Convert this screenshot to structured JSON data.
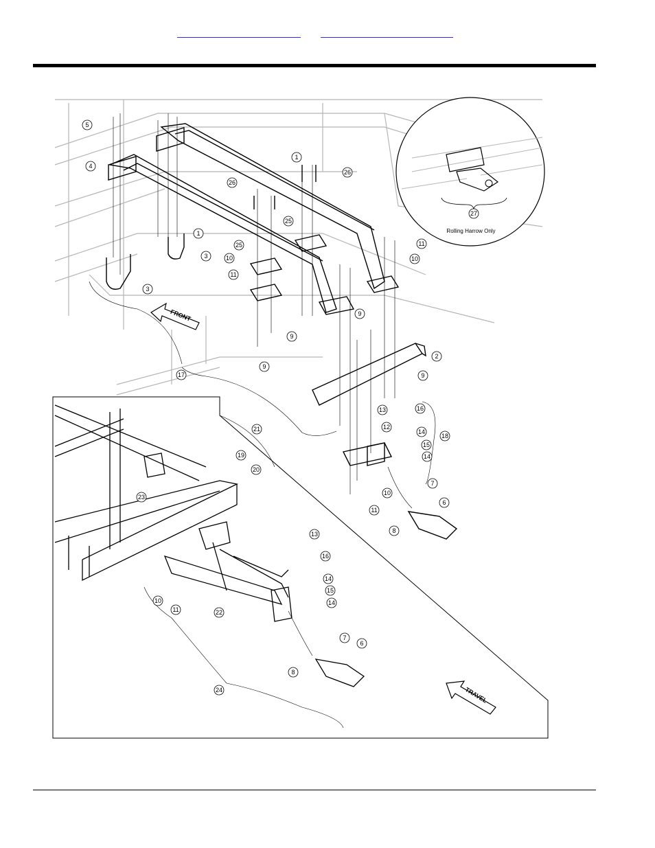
{
  "header": {
    "link_1": "",
    "link_2": ""
  },
  "drawing": {
    "inset_caption": "Rolling Harrow Only",
    "arrow_front": "FRONT",
    "arrow_travel": "TRAVEL",
    "callouts": [
      "1",
      "1",
      "2",
      "3",
      "3",
      "4",
      "5",
      "6",
      "6",
      "7",
      "7",
      "8",
      "8",
      "9",
      "9",
      "9",
      "9",
      "10",
      "10",
      "10",
      "10",
      "11",
      "11",
      "11",
      "11",
      "12",
      "13",
      "13",
      "14",
      "14",
      "14",
      "14",
      "15",
      "15",
      "16",
      "16",
      "17",
      "18",
      "19",
      "20",
      "21",
      "22",
      "23",
      "24",
      "25",
      "25",
      "26",
      "26",
      "27"
    ]
  },
  "colors": {
    "rule": "#000000",
    "link": "#2a2aff",
    "frame_ghost": "#b5b5b5",
    "lines": "#000000"
  }
}
